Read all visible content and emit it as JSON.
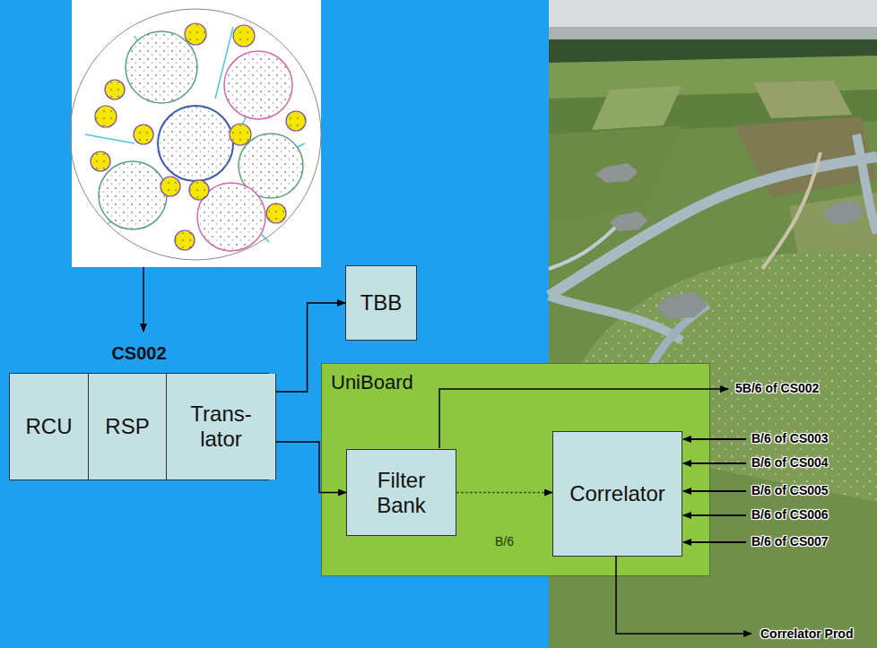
{
  "diagram": {
    "nodes": [
      {
        "text": [
          "CS002"
        ]
      },
      {
        "text": [
          "RCU"
        ],
        "in": 0
      },
      {
        "text": [
          "RSP"
        ],
        "in": 0
      },
      {
        "text": [
          "Trans- lator"
        ],
        "in": 0
      },
      {
        "text": [
          "TBB"
        ]
      },
      {
        "text": [
          "UniBoard"
        ]
      },
      {
        "text": [
          "Filter Bank"
        ],
        "in": 5
      },
      {
        "text": [
          "Correlator"
        ],
        "in": 5
      }
    ],
    "edges": [
      {
        "from": 3,
        "to": 4,
        "arrow": "to"
      },
      {
        "from": 3,
        "to": 6,
        "arrow": "to"
      },
      {
        "from": 6,
        "to": 7,
        "arrow": "to",
        "label": "B/6"
      }
    ],
    "labels": [
      "5B/6 of CS002",
      "B/6 of CS003",
      "B/6 of CS004",
      "B/6 of CS005",
      "B/6 of CS006",
      "B/6 of CS007",
      "Correlator Prod"
    ]
  }
}
